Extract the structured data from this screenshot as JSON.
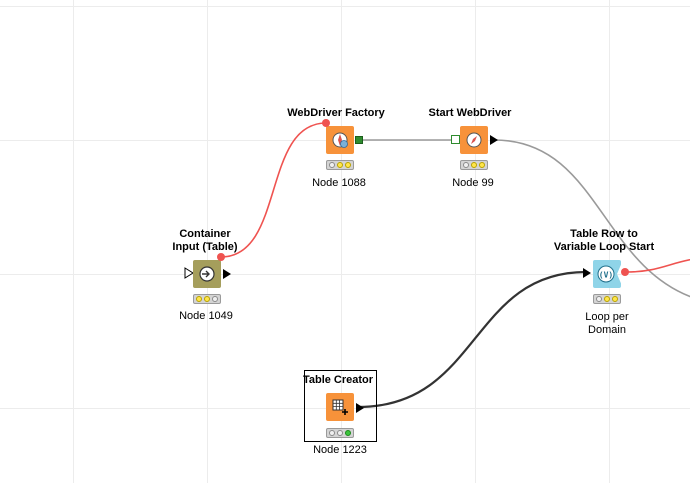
{
  "colors": {
    "source_node": "#f7923a",
    "container_node": "#a59e5c",
    "loop_node": "#8fd4e8",
    "flow_variable_wire": "#ef5350",
    "data_wire": "#333333",
    "object_wire": "#9a9a9a",
    "traffic_yellow": "#ffe64a",
    "traffic_green": "#3cc43c"
  },
  "nodes": [
    {
      "id": "container_input",
      "title_lines": [
        "Container",
        "Input (Table)"
      ],
      "label_lines": [
        "Node 1049"
      ],
      "icon": "container-input-icon",
      "status": [
        "yellow",
        "yellow",
        "off"
      ]
    },
    {
      "id": "webdriver_factory",
      "title_lines": [
        "WebDriver Factory"
      ],
      "label_lines": [
        "Node 1088"
      ],
      "icon": "webdriver-factory-icon",
      "status": [
        "off",
        "yellow",
        "yellow"
      ]
    },
    {
      "id": "start_webdriver",
      "title_lines": [
        "Start WebDriver"
      ],
      "label_lines": [
        "Node 99"
      ],
      "icon": "start-webdriver-icon",
      "status": [
        "off",
        "yellow",
        "yellow"
      ]
    },
    {
      "id": "table_row_to_var_loop",
      "title_lines": [
        "Table Row to",
        "Variable Loop Start"
      ],
      "label_lines": [
        "Loop per",
        "Domain"
      ],
      "icon": "loop-start-icon",
      "status": [
        "off",
        "yellow",
        "yellow"
      ]
    },
    {
      "id": "table_creator",
      "title_lines": [
        "Table Creator"
      ],
      "label_lines": [
        "Node 1223"
      ],
      "icon": "table-creator-icon",
      "status": [
        "off",
        "off",
        "green"
      ]
    }
  ]
}
